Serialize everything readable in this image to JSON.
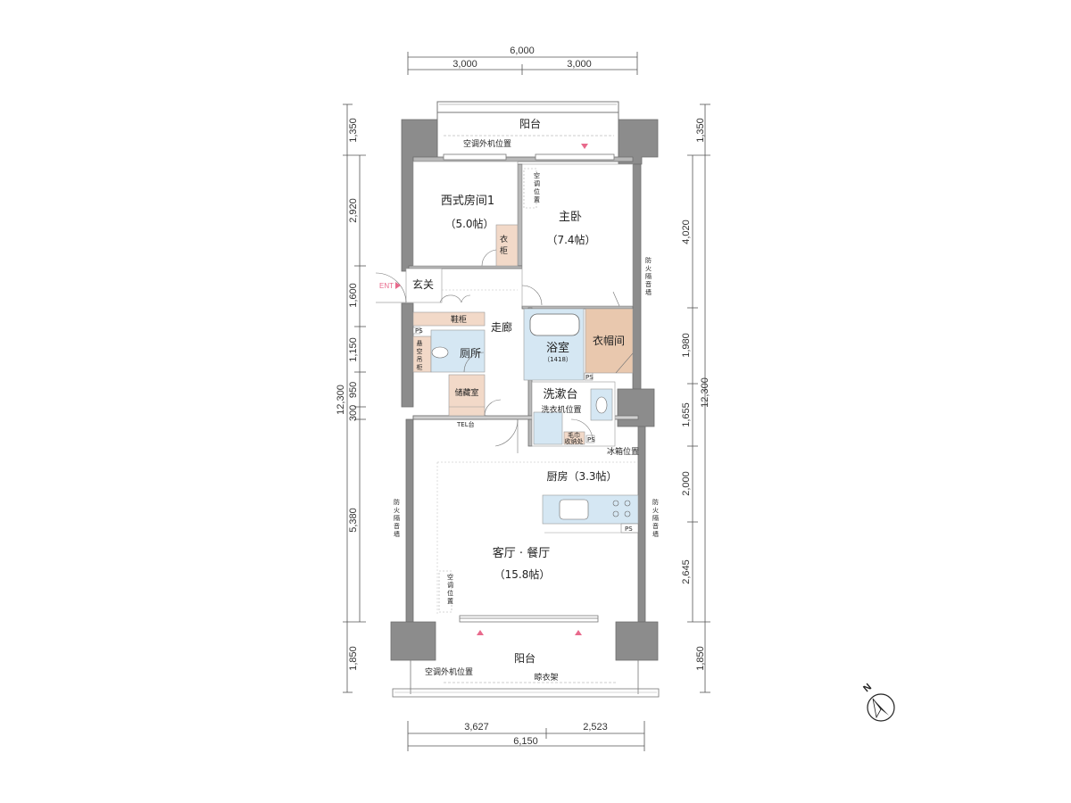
{
  "dimensions": {
    "top_total": "6,000",
    "top_left": "3,000",
    "top_right": "3,000",
    "bottom_left": "3,627",
    "bottom_right": "2,523",
    "bottom_total": "6,150",
    "left": [
      "1,350",
      "2,920",
      "1,600",
      "1,150",
      "950",
      "300",
      "5,380",
      "1,850"
    ],
    "left_total": "12,300",
    "right": [
      "1,350",
      "4,020",
      "1,980",
      "1,655",
      "2,000",
      "2,645",
      "1,850"
    ],
    "right_total": "12,300"
  },
  "rooms": {
    "balcony_top": "阳台",
    "ac_outdoor_top": "空调外机位置",
    "western_room_1": "西式房间1",
    "western_room_1_size": "（5.0帖）",
    "master_bedroom": "主卧",
    "master_bedroom_size": "（7.4帖）",
    "ac_position_vertical": "空调位置",
    "closet": "衣柜",
    "entrance": "玄关",
    "entry_marker": "ENT",
    "shoe_cabinet": "鞋柜",
    "corridor": "走廊",
    "toilet": "厕所",
    "hanging_cabinet": "悬空吊柜",
    "storage": "储藏室",
    "bathroom": "浴室",
    "bathroom_size": "（1418）",
    "walk_in_closet": "衣帽间",
    "washstand": "洗漱台",
    "washing_machine": "洗衣机位置",
    "linen_storage": "毛巾收纳处",
    "ps": "PS",
    "tel": "TEL台",
    "fridge": "冰箱位置",
    "kitchen": "厨房（3.3帖）",
    "living_dining": "客厅 · 餐厅",
    "living_dining_size": "（15.8帖）",
    "fire_wall": "防火隔音墙",
    "balcony_bottom": "阳台",
    "ac_outdoor_bottom": "空调外机位置",
    "drying_rack": "晾衣架",
    "north": "N"
  },
  "colors": {
    "wall": "#8c8c8c",
    "closet_fill": "#f2d9c8",
    "wic_fill": "#e9c8ae",
    "wet_fill": "#d5e7f3",
    "accent_pink": "#e86a8c"
  }
}
